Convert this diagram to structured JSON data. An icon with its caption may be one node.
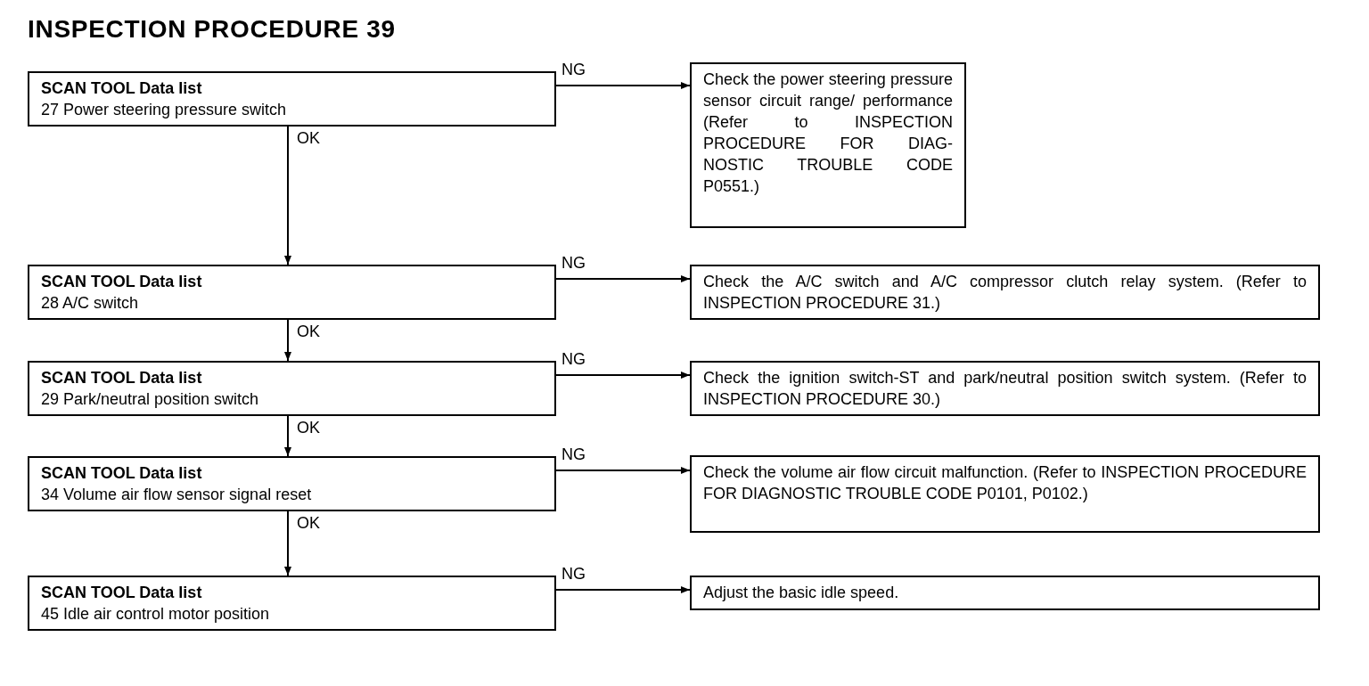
{
  "diagram": {
    "title": "INSPECTION PROCEDURE 39",
    "nodes": [
      {
        "text": [
          "SCAN TOOL Data list",
          "27 Power steering pressure switch"
        ]
      },
      {
        "text": [
          "Check the power steering pressure sensor circuit range/ performance (Refer to INSPECTION PROCEDURE FOR DIAG- NOSTIC TROUBLE CODE P0551.)"
        ]
      },
      {
        "text": [
          "SCAN TOOL Data list",
          "28 A/C switch"
        ]
      },
      {
        "text": [
          "Check the A/C switch and A/C compressor clutch relay system. (Refer to INSPECTION PROCEDURE 31.)"
        ]
      },
      {
        "text": [
          "SCAN TOOL Data list",
          "29 Park/neutral position switch"
        ]
      },
      {
        "text": [
          "Check the ignition switch-ST and park/neutral position switch system. (Refer to INSPECTION PROCEDURE 30.)"
        ]
      },
      {
        "text": [
          "SCAN TOOL Data list",
          "34 Volume air flow sensor signal reset"
        ]
      },
      {
        "text": [
          "Check the volume air flow circuit malfunction. (Refer to INSPECTION PROCEDURE FOR DIAGNOSTIC TROUBLE CODE P0101, P0102.)"
        ]
      },
      {
        "text": [
          "SCAN TOOL Data list",
          "45 Idle air control motor position"
        ]
      },
      {
        "text": [
          "Adjust the basic idle speed."
        ]
      }
    ],
    "edges": [
      {
        "from": 0,
        "to": 1,
        "arrow": "to",
        "label": "NG"
      },
      {
        "from": 0,
        "to": 2,
        "arrow": "to",
        "label": "OK"
      },
      {
        "from": 2,
        "to": 3,
        "arrow": "to",
        "label": "NG"
      },
      {
        "from": 2,
        "to": 4,
        "arrow": "to",
        "label": "OK"
      },
      {
        "from": 4,
        "to": 5,
        "arrow": "to",
        "label": "NG"
      },
      {
        "from": 4,
        "to": 6,
        "arrow": "to",
        "label": "OK"
      },
      {
        "from": 6,
        "to": 7,
        "arrow": "to",
        "label": "NG"
      },
      {
        "from": 6,
        "to": 8,
        "arrow": "to",
        "label": "OK"
      },
      {
        "from": 8,
        "to": 9,
        "arrow": "to",
        "label": "NG"
      }
    ]
  }
}
